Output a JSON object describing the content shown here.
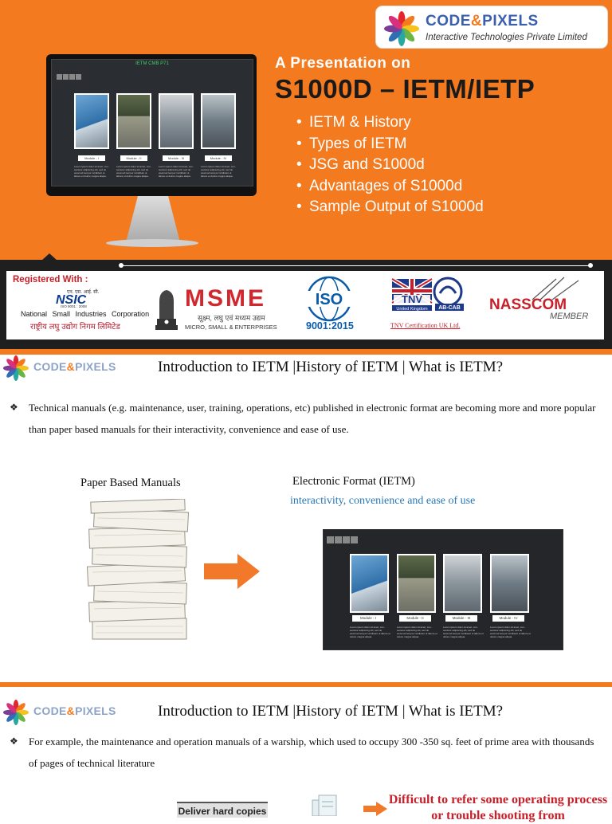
{
  "slide1": {
    "logo": {
      "brand_left": "CODE",
      "brand_amp": "&",
      "brand_right": "PIXELS",
      "tagline": "Interactive Technologies Private Limited"
    },
    "monitor": {
      "screen_title": "IETM CMB P71",
      "modules": [
        "Module - I",
        "Module - II",
        "Module - III",
        "Module - IV"
      ],
      "module_desc": "Lorem ipsum dolor sit amet, con- sectetur adipiscing elit, sed do eiusmod tempor incididunt ut labore et dolore magna aliqua."
    },
    "presentation_on": "A Presentation on",
    "title": "S1000D – IETM/IETP",
    "bullets": [
      "IETM & History",
      "Types of IETM",
      "JSG and S1000d",
      "Advantages of S1000d",
      "Sample Output of S1000d"
    ],
    "registered": {
      "label": "Registered With :",
      "nsic_small": "एन. एस. आई. सी.",
      "nsic_big": "NSIC",
      "nsic_sub": "ISO 9001 : 2008",
      "nsic_name": "National Small Industries Corporation",
      "nsic_hindi": "राष्ट्रीय लघु उद्योग निगम लिमिटेड",
      "msme_word": "MSME",
      "msme_hindi": "सूक्ष्म, लघु एवं मध्यम उद्यम",
      "msme_sub": "MICRO, SMALL & ENTERPRISES",
      "iso_word": "ISO",
      "iso_number": "9001:2015",
      "tnv_word": "TNV",
      "tnv_sub": "United Kingdom",
      "abcab": "AB-CAB",
      "tnv_caption": "TNV Certification UK Ltd.",
      "nasscom": "NASSCOM",
      "nasscom_member": "MEMBER"
    }
  },
  "slide2": {
    "logo": {
      "brand_left": "CODE",
      "brand_amp": "&",
      "brand_right": "PIXELS"
    },
    "heading": "Introduction to IETM |History of IETM | What is IETM?",
    "paragraph": "Technical manuals (e.g. maintenance, user, training, operations, etc) published in electronic format are becoming more and more popular than paper based manuals for their interactivity, convenience and ease of use.",
    "paper_caption": "Paper Based Manuals",
    "electronic_caption": "Electronic Format (IETM)",
    "electronic_sub": "interactivity, convenience and ease of use",
    "screen": {
      "modules": [
        "Module - I",
        "Module - II",
        "Module - III",
        "Module - IV"
      ],
      "module_desc": "Lorem ipsum dolor sit amet, con- sectetur adipiscing elit, sed do eiusmod tempor incididunt ut labore et dolore magna aliqua."
    }
  },
  "slide3": {
    "logo": {
      "brand_left": "CODE",
      "brand_amp": "&",
      "brand_right": "PIXELS"
    },
    "heading": "Introduction to IETM |History of IETM | What is IETM?",
    "paragraph": "For example, the maintenance and operation manuals of a warship, which used to occupy 300 -350 sq. feet of prime area with thousands of pages of technical literature",
    "deliver_label": "Deliver hard copies",
    "red_text": "Difficult to refer some operating process or trouble shooting from"
  },
  "colors": {
    "orange": "#f47a20",
    "brand_blue": "#3a5fae",
    "red": "#c8202b",
    "link_blue": "#2678b8"
  },
  "icons": [
    "pinwheel-logo-icon",
    "diamond-bullet-icon",
    "right-arrow-icon",
    "ashoka-emblem-icon",
    "iso-globe-icon",
    "tnv-flag-icon",
    "ab-cab-badge-icon"
  ]
}
